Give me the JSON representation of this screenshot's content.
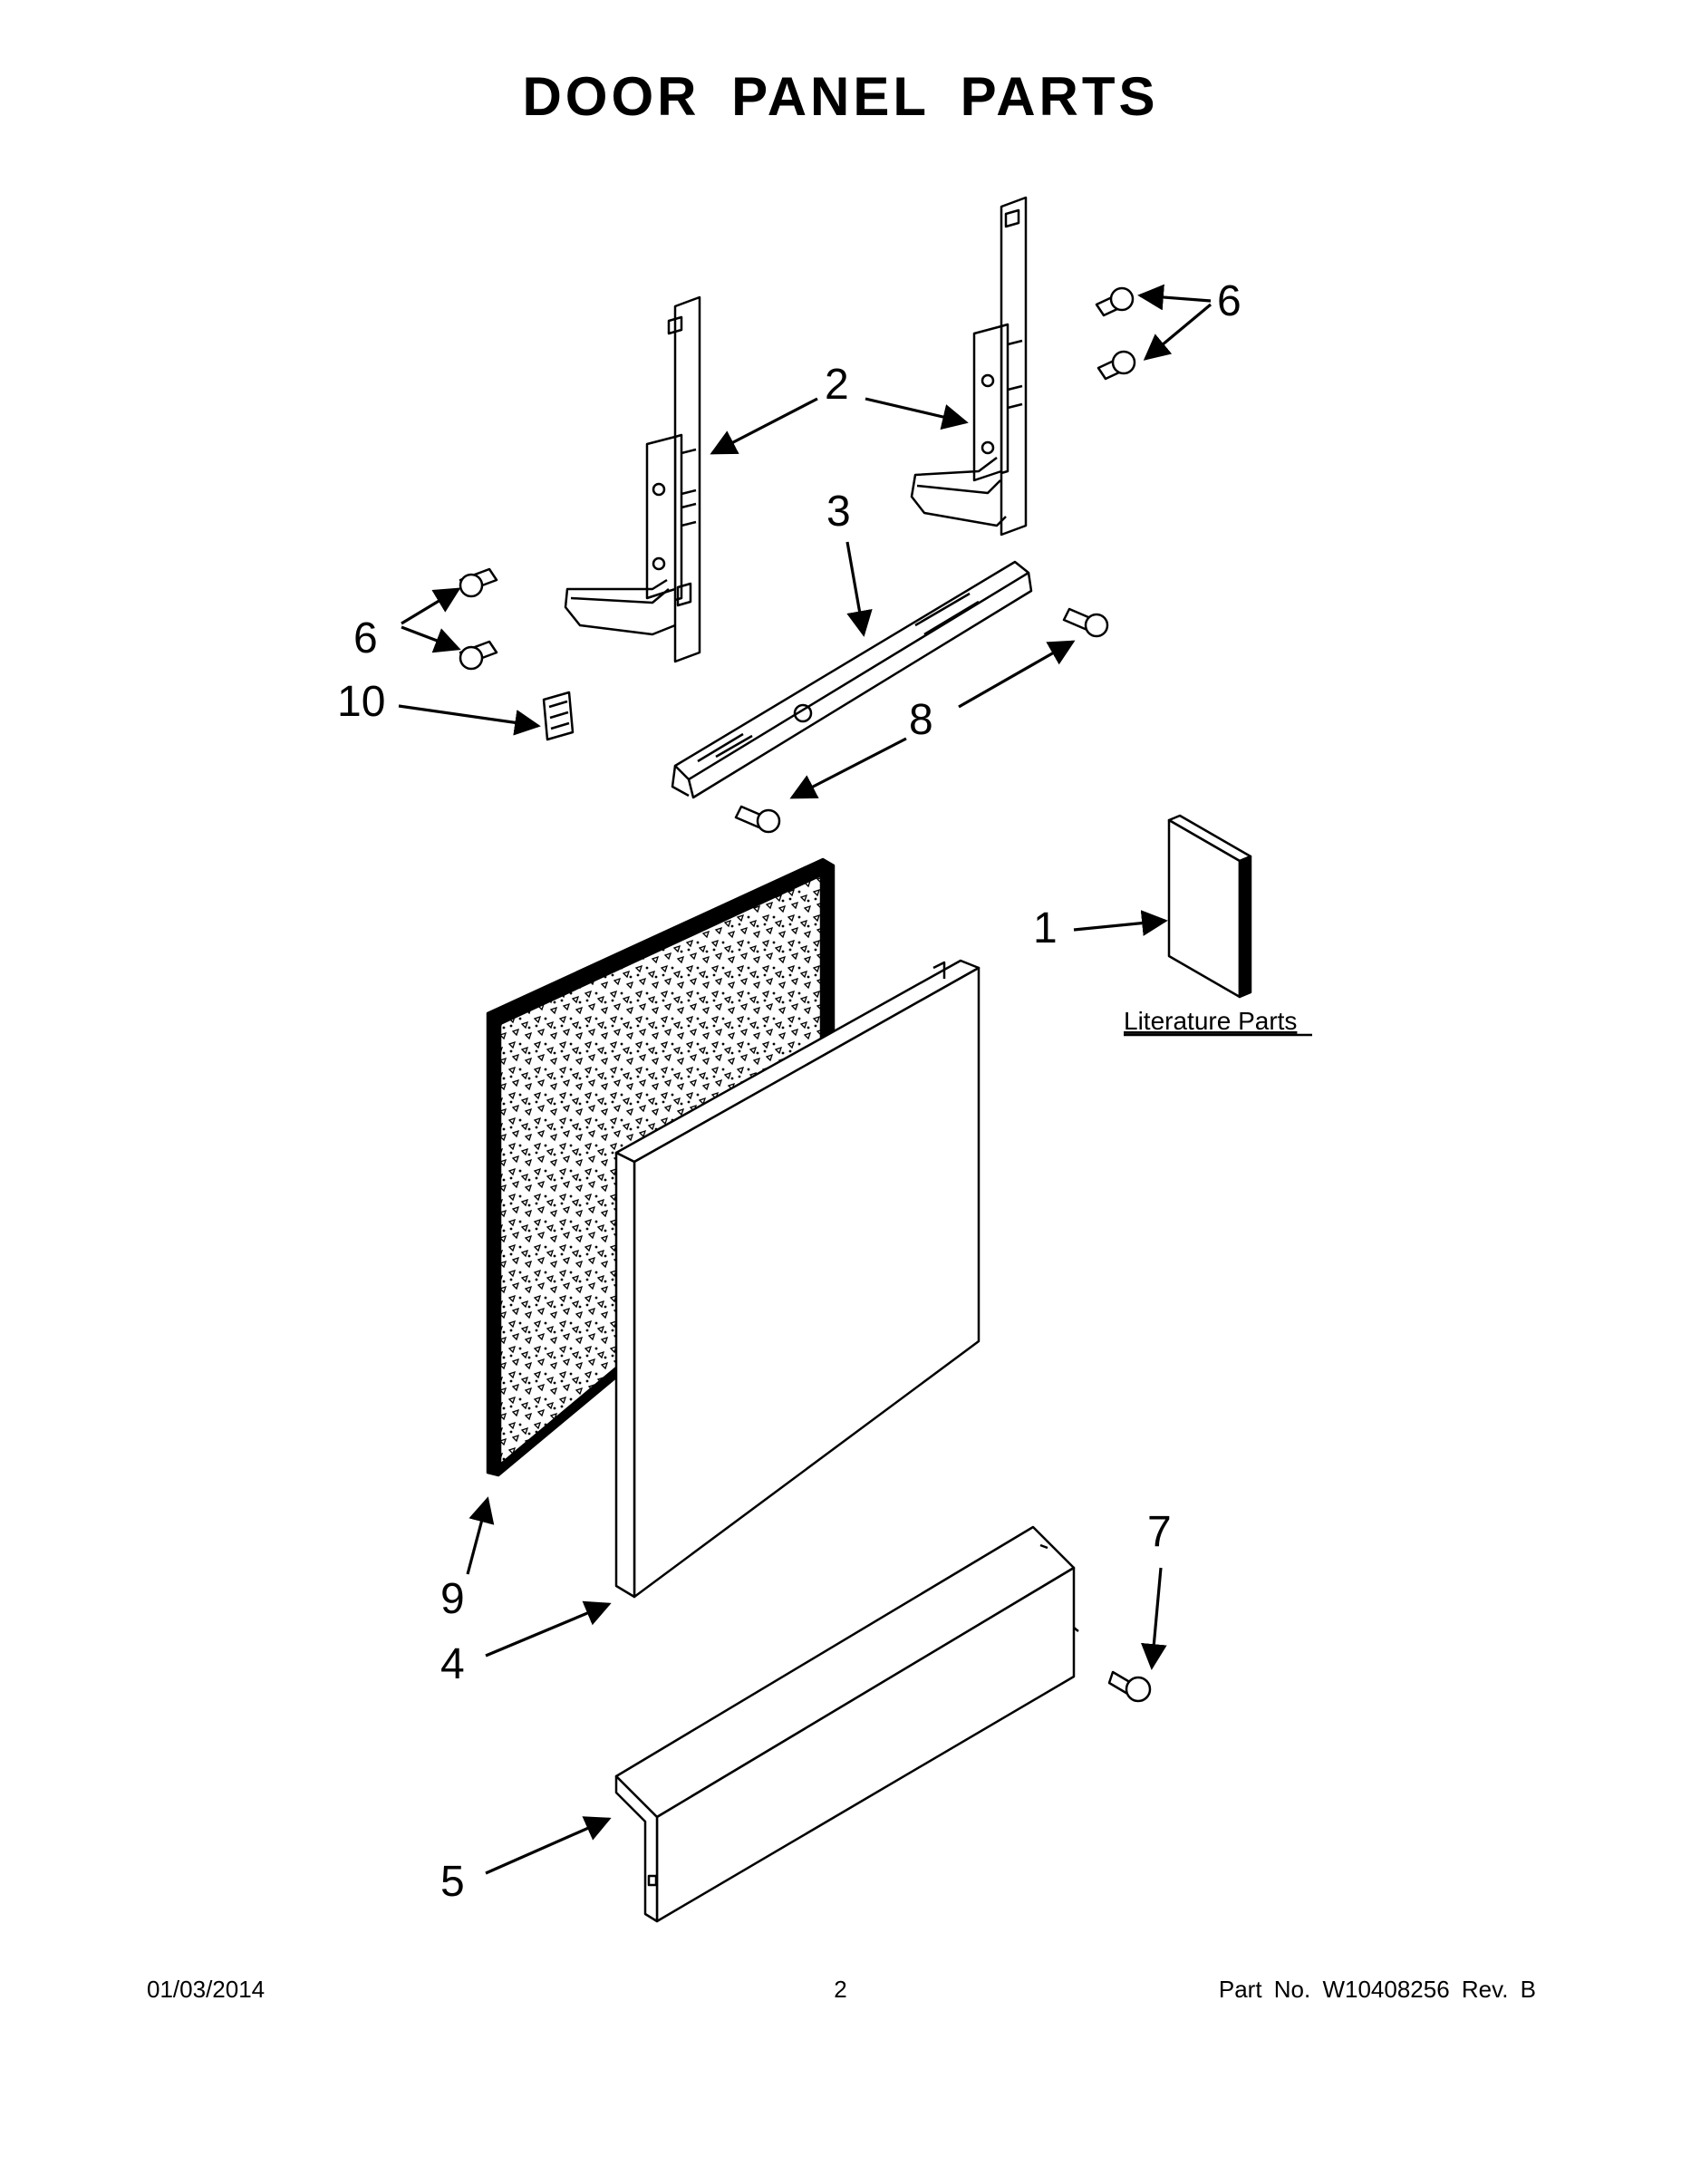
{
  "title": "DOOR PANEL PARTS",
  "callouts": {
    "c1": "1",
    "c2": "2",
    "c3": "3",
    "c4": "4",
    "c5": "5",
    "c6a": "6",
    "c6b": "6",
    "c7": "7",
    "c8": "8",
    "c9": "9",
    "c10": "10"
  },
  "literature_label": "Literature Parts",
  "footer": {
    "date": "01/03/2014",
    "page": "2",
    "part_no": "Part No.  W10408256  Rev.  B"
  }
}
